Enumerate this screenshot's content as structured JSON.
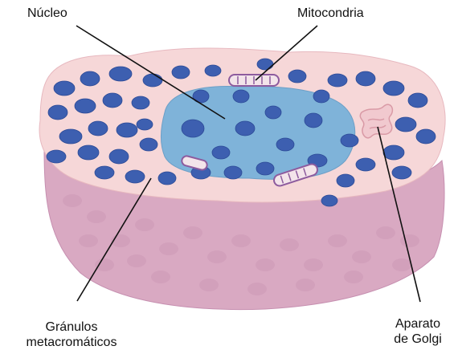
{
  "labels": {
    "nucleus": "Núcleo",
    "mitochondria": "Mitocondria",
    "granules_line1": "Gránulos",
    "granules_line2": "metacromáticos",
    "golgi_line1": "Aparato",
    "golgi_line2": "de Golgi"
  },
  "colors": {
    "cytoplasm_top": "#f6d7d8",
    "cell_base": "#d9a9c2",
    "cell_base_dark": "#c68fb0",
    "nucleus": "#7fb3d9",
    "granule": "#3d5fb0",
    "granule_dark": "#2c4a96",
    "mitochondria_fill": "#f3e4ea",
    "mitochondria_stroke": "#8d5b9e",
    "golgi": "#f1c9cf",
    "leader_line": "#111111"
  }
}
